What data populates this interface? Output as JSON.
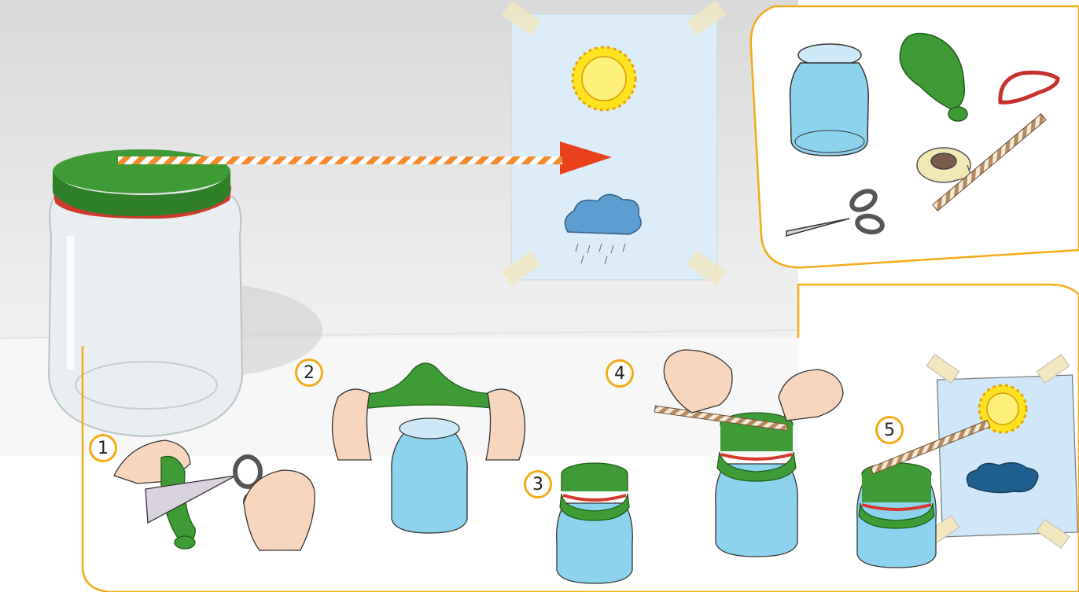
{
  "steps": [
    {
      "number": "1"
    },
    {
      "number": "2"
    },
    {
      "number": "3"
    },
    {
      "number": "4"
    },
    {
      "number": "5"
    }
  ],
  "icons": {
    "materials": [
      "jar-icon",
      "balloon-icon",
      "rubber-band-icon",
      "tape-roll-icon",
      "scissors-icon",
      "straw-icon"
    ],
    "weather": [
      "sun-icon",
      "rain-cloud-icon",
      "storm-cloud-icon"
    ]
  },
  "colors": {
    "frame_border": "#f3ab16",
    "balloon_green": "#3f9b35",
    "jar_blue": "#8dd3f0",
    "pointer_arrow": "#e8411c",
    "straw_orange": "#f08a2c",
    "sun_yellow": "#ffe21f",
    "cloud_blue": "#5d9ed0",
    "cloud_dark": "#1e5f8e",
    "rubber_band_red": "#d8372a",
    "skin": "#f8d6bd"
  }
}
